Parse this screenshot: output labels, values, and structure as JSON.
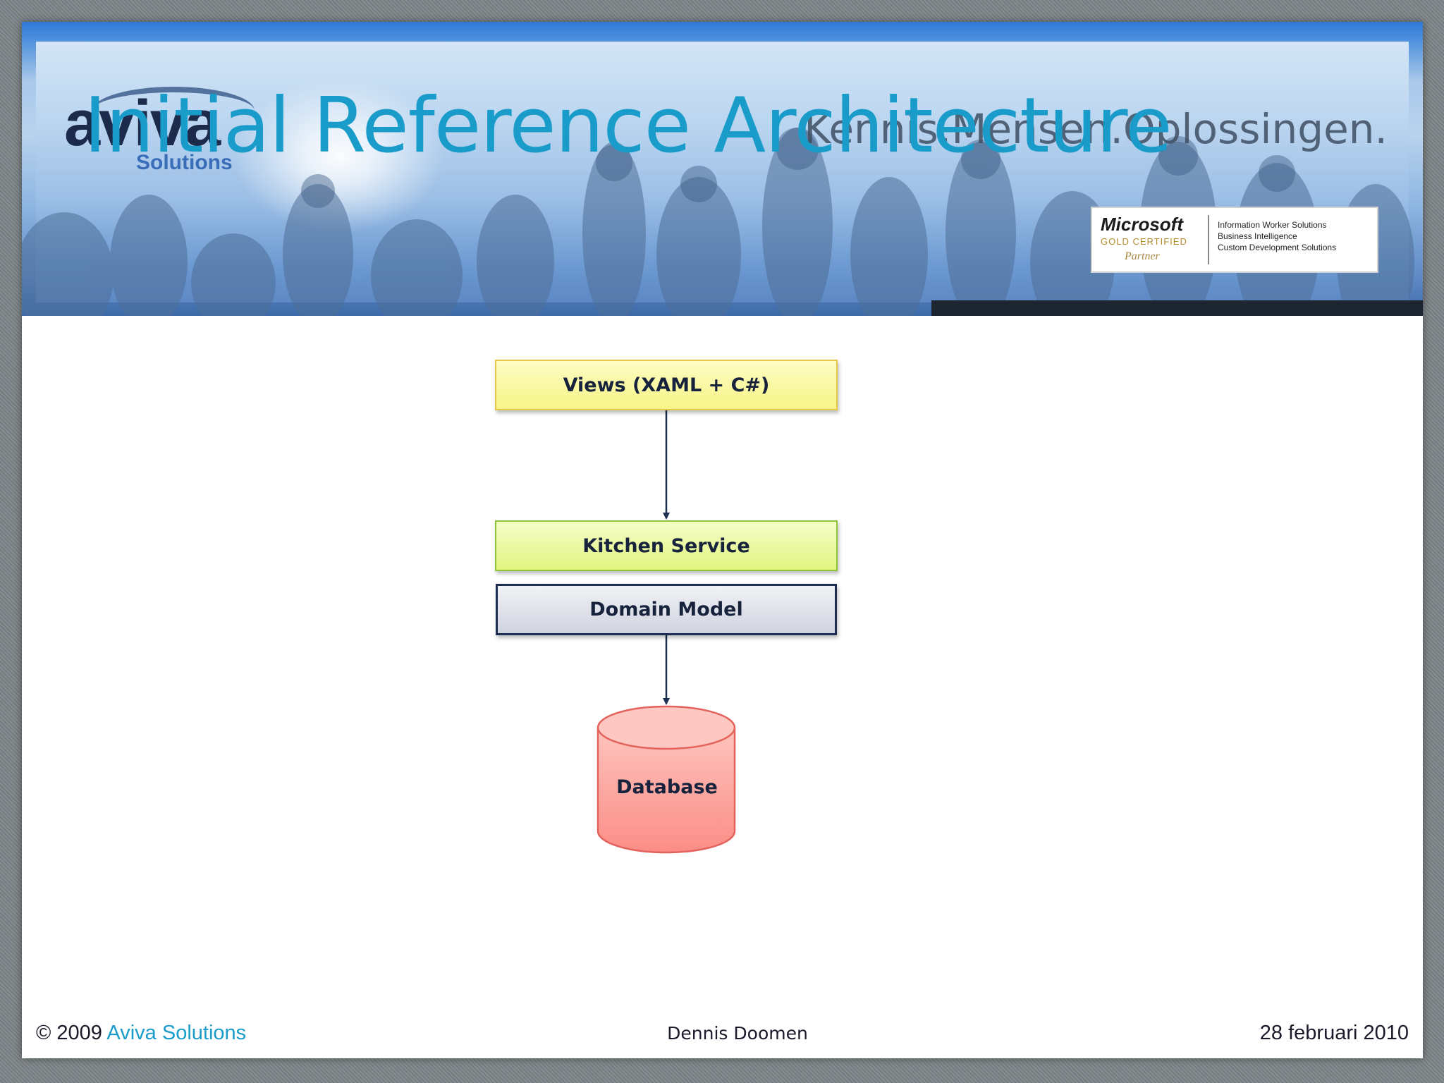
{
  "title": "Initial Reference Architecture",
  "banner": {
    "logo_text": "aviva",
    "logo_sub": "Solutions",
    "tagline": "Kennis.Mensen.Oplossingen.",
    "ms_badge": {
      "brand": "Microsoft",
      "level": "GOLD CERTIFIED",
      "partner": "Partner",
      "competencies": [
        "Information Worker Solutions",
        "Business Intelligence",
        "Custom Development Solutions"
      ]
    }
  },
  "diagram": {
    "nodes": {
      "views": "Views (XAML + C#)",
      "kitchen_service": "Kitchen Service",
      "domain_model": "Domain Model",
      "database": "Database"
    }
  },
  "footer": {
    "copyright_prefix": "© 2009 ",
    "company": "Aviva Solutions",
    "author": "Dennis Doomen",
    "date": "28 februari 2010"
  },
  "colors": {
    "title": "#1a9ccb",
    "views_fill": "#f7f586",
    "kitchen_fill": "#e1f67f",
    "domain_fill": "#cfd3de",
    "database_fill": "#fb8d86",
    "connector": "#1c2f52"
  }
}
